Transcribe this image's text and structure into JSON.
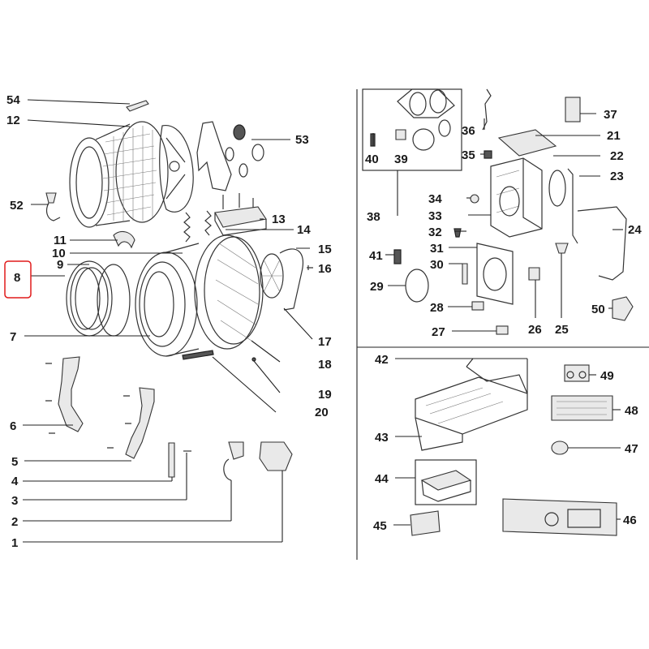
{
  "diagram": {
    "labels": [
      "54",
      "12",
      "53",
      "52",
      "11",
      "13",
      "14",
      "10",
      "15",
      "16",
      "9",
      "8",
      "7",
      "17",
      "18",
      "19",
      "20",
      "6",
      "5",
      "4",
      "3",
      "2",
      "1",
      "37",
      "36",
      "21",
      "35",
      "22",
      "40",
      "39",
      "23",
      "38",
      "34",
      "33",
      "32",
      "24",
      "41",
      "31",
      "30",
      "29",
      "28",
      "26",
      "25",
      "50",
      "27",
      "42",
      "43",
      "49",
      "48",
      "47",
      "44",
      "46",
      "45"
    ],
    "highlight_color": "#e01a1a",
    "highlighted_label": "8"
  }
}
